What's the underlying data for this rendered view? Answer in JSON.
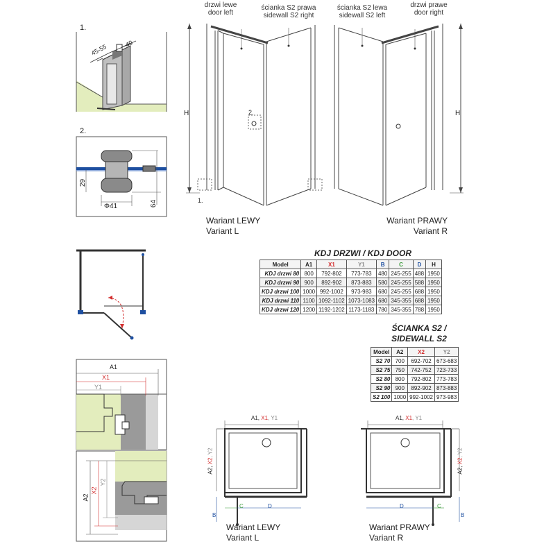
{
  "labels": {
    "drzwi_lewe": "drzwi lewe",
    "door_left": "door left",
    "scianka_prawa": "ścianka S2 prawa",
    "sidewall_right": "sidewall S2 right",
    "scianka_lewa": "ścianka S2 lewa",
    "sidewall_left": "sidewall S2 left",
    "drzwi_prawe": "drzwi prawe",
    "door_right": "door right",
    "variant_left_pl": "Wariant LEWY",
    "variant_left_en": "Variant L",
    "variant_right_pl": "Wariant PRAWY",
    "variant_right_en": "Variant R"
  },
  "steps": {
    "step1": "1.",
    "step2": "2."
  },
  "dims": {
    "h": "H",
    "m1": "45-55",
    "m2": "40",
    "m3": "29",
    "m4": "Φ41",
    "m5": "64",
    "callout2": "2.",
    "callout1": "1.",
    "a1": "A1",
    "x1": "X1",
    "y1": "Y1",
    "a2": "A2",
    "x2": "X2",
    "y2": "Y2",
    "a1x1y1": "A1, ",
    "x1c": "X1",
    "y1c": ", Y1",
    "a2x2y2_a": "A2, ",
    "a2x2y2_x": "X2",
    "a2x2y2_y": ", Y2",
    "b": "B",
    "c": "C",
    "d": "D"
  },
  "door_table": {
    "title_line": "KDJ DRZWI /  KDJ DOOR",
    "headers": [
      "Model",
      "A1",
      "X1",
      "Y1",
      "B",
      "C",
      "D",
      "H"
    ],
    "rows": [
      [
        "KDJ drzwi 80",
        "800",
        "792-802",
        "773-783",
        "480",
        "245-255",
        "488",
        "1950"
      ],
      [
        "KDJ drzwi 90",
        "900",
        "892-902",
        "873-883",
        "580",
        "245-255",
        "588",
        "1950"
      ],
      [
        "KDJ drzwi 100",
        "1000",
        "992-1002",
        "973-983",
        "680",
        "245-255",
        "688",
        "1950"
      ],
      [
        "KDJ drzwi 110",
        "1100",
        "1092-1102",
        "1073-1083",
        "680",
        "345-355",
        "688",
        "1950"
      ],
      [
        "KDJ drzwi 120",
        "1200",
        "1192-1202",
        "1173-1183",
        "780",
        "345-355",
        "788",
        "1950"
      ]
    ],
    "header_colors": [
      "#222222",
      "#222222",
      "#d32f2f",
      "#888888",
      "#1e4fa0",
      "#3a9a3a",
      "#1e4fa0",
      "#222222"
    ]
  },
  "wall_table": {
    "title_line1": "ŚCIANKA S2 /",
    "title_line2": "SIDEWALL S2",
    "headers": [
      "Model",
      "A2",
      "X2",
      "Y2"
    ],
    "rows": [
      [
        "S2 70",
        "700",
        "692-702",
        "673-683"
      ],
      [
        "S2 75",
        "750",
        "742-752",
        "723-733"
      ],
      [
        "S2 80",
        "800",
        "792-802",
        "773-783"
      ],
      [
        "S2 90",
        "900",
        "892-902",
        "873-883"
      ],
      [
        "S2 100",
        "1000",
        "992-1002",
        "973-983"
      ]
    ],
    "header_colors": [
      "#222222",
      "#222222",
      "#d32f2f",
      "#888888"
    ]
  },
  "colors": {
    "red": "#d32f2f",
    "grey": "#888888",
    "blue": "#1e4fa0",
    "green": "#3a9a3a",
    "wall_green": "#e3edbd",
    "profile_grey": "#9a9a9a"
  }
}
